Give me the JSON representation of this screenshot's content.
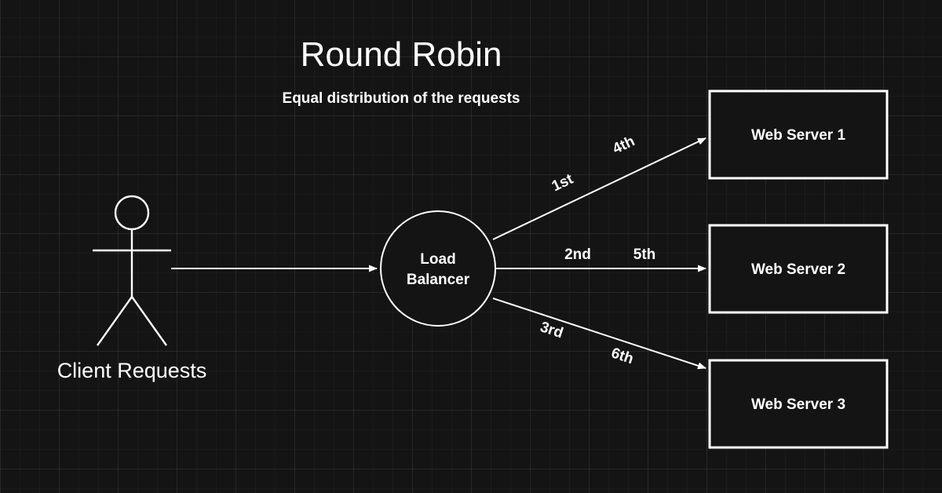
{
  "diagram": {
    "title": "Round Robin",
    "subtitle": "Equal distribution of the requests",
    "background_color": "#141414",
    "stroke_color": "#ffffff",
    "client": {
      "label": "Client Requests",
      "icon": "stick-figure-actor"
    },
    "balancer": {
      "label_line1": "Load",
      "label_line2": "Balancer",
      "shape": "circle"
    },
    "servers": [
      {
        "label": "Web Server 1"
      },
      {
        "label": "Web Server 2"
      },
      {
        "label": "Web Server 3"
      }
    ],
    "edges": [
      {
        "from": "client",
        "to": "balancer",
        "labels": []
      },
      {
        "from": "balancer",
        "to": "Web Server 1",
        "labels": [
          "1st",
          "4th"
        ]
      },
      {
        "from": "balancer",
        "to": "Web Server 2",
        "labels": [
          "2nd",
          "5th"
        ]
      },
      {
        "from": "balancer",
        "to": "Web Server 3",
        "labels": [
          "3rd",
          "6th"
        ]
      }
    ],
    "sequence_labels": {
      "top_first": "1st",
      "top_second": "4th",
      "mid_first": "2nd",
      "mid_second": "5th",
      "bottom_first": "3rd",
      "bottom_second": "6th"
    }
  }
}
